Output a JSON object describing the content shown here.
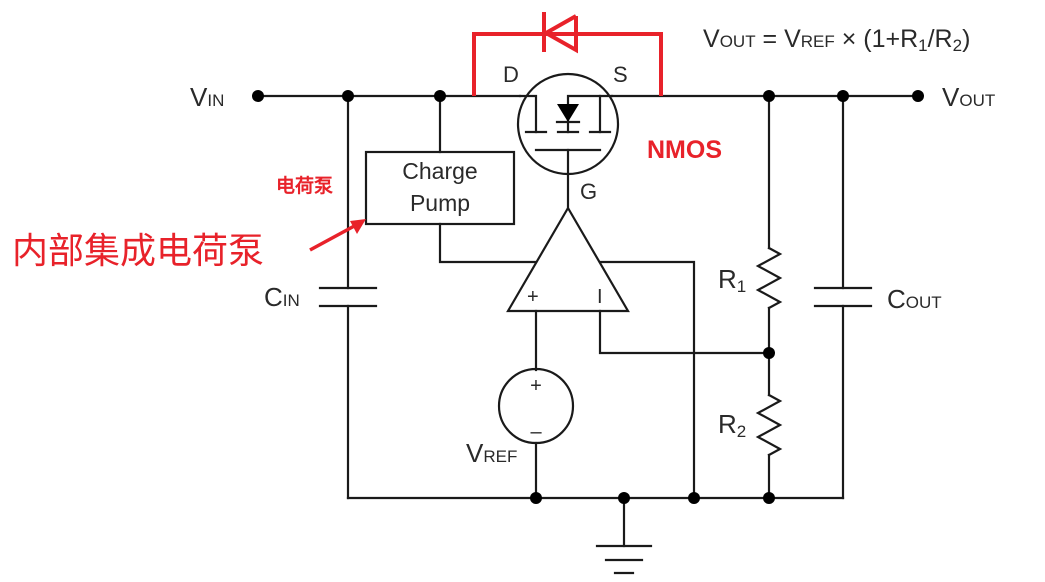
{
  "diagram": {
    "title_formula": {
      "vout": "V",
      "vout_sub": "OUT",
      "eq": " = ",
      "vref": "V",
      "vref_sub": "REF",
      "rest1": " × (1+R",
      "r1_sub": "1",
      "rest2": "/R",
      "r2_sub": "2",
      "rest3": ")"
    },
    "nodes": {
      "vin": {
        "main": "V",
        "sub": "IN"
      },
      "vout": {
        "main": "V",
        "sub": "OUT"
      },
      "cin": {
        "main": "C",
        "sub": "IN"
      },
      "cout": {
        "main": "C",
        "sub": "OUT"
      },
      "r1": {
        "main": "R",
        "sub": "1"
      },
      "r2": {
        "main": "R",
        "sub": "2"
      },
      "vref": {
        "main": "V",
        "sub": "REF"
      }
    },
    "mosfet": {
      "drain": "D",
      "source": "S",
      "gate": "G",
      "type_label": "NMOS"
    },
    "charge_pump": {
      "line1": "Charge",
      "line2": "Pump"
    },
    "opamp": {
      "plus": "+",
      "minus": "I"
    },
    "vref_source": {
      "plus": "+",
      "minus": "–"
    },
    "annotations": {
      "charge_pump_cn": "电荷泵",
      "integrated_cn": "内部集成电荷泵"
    },
    "colors": {
      "wire": "#1a1a1a",
      "annotation": "#e8222a"
    }
  }
}
